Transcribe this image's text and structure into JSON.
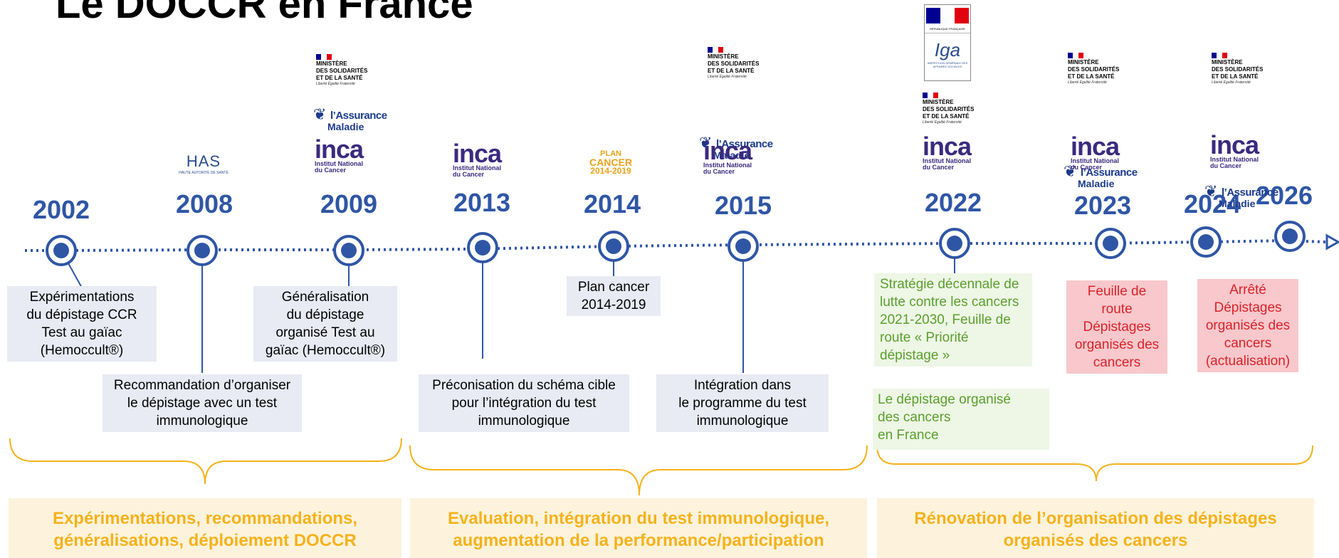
{
  "title": "Le DOCCR en France",
  "colors": {
    "timeline": "#2f56a5",
    "bracket": "#f5b21b",
    "phase_bg": "#fdf3dc",
    "blue_box": "#e8ebf3",
    "green_box": "#eef6e6",
    "red_box": "#f8c8cc"
  },
  "years": [
    "2002",
    "2008",
    "2009",
    "2013",
    "2014",
    "2015",
    "2022",
    "2023",
    "2024",
    "2026"
  ],
  "events": {
    "e2002": [
      "Expérimentations",
      "du dépistage CCR",
      "Test au gaïac",
      "(Hemoccult®)"
    ],
    "e2008": [
      "Recommandation d’organiser",
      "le dépistage avec un test",
      "immunologique"
    ],
    "e2009": [
      "Généralisation",
      "du dépistage",
      "organisé Test au",
      "gaïac (Hemoccult®)"
    ],
    "e2013": [
      "Préconisation du schéma cible",
      "pour l’intégration du test",
      "immunologique"
    ],
    "e2014": [
      "Plan cancer",
      "2014-2019"
    ],
    "e2015": [
      "Intégration dans",
      "le programme du test",
      "immunologique"
    ],
    "e2022a": [
      "Stratégie décennale de",
      "lutte contre les cancers",
      "2021-2030, Feuille de",
      "route « Priorité",
      "dépistage »"
    ],
    "e2022b": [
      "Le dépistage organisé",
      "des cancers",
      "en France"
    ],
    "e2023": [
      "Feuille de",
      "route",
      "Dépistages",
      "organisés des",
      "cancers"
    ],
    "e2024": [
      "Arrêté",
      "Dépistages",
      "organisés des",
      "cancers",
      "(actualisation)"
    ]
  },
  "phases": {
    "p1": [
      "Expérimentations, recommandations,",
      "généralisations, déploiement DOCCR"
    ],
    "p2": [
      "Evaluation, intégration du test immunologique,",
      "augmentation de la performance/participation"
    ],
    "p3": [
      "Rénovation de l’organisation des dépistages",
      "organisés des cancers"
    ]
  },
  "logos": {
    "ministere": [
      "MINISTÈRE",
      "DES SOLIDARITÉS",
      "ET DE LA SANTÉ"
    ],
    "ministere_motto": "Liberté Égalité Fraternité",
    "assurance": [
      "l’Assurance",
      "Maladie"
    ],
    "inca_word": "inca",
    "inca_sub": [
      "Institut National",
      "du Cancer"
    ],
    "has_word": "HAS",
    "has_sub": "HAUTE AUTORITÉ DE SANTÉ",
    "plan_cancer": [
      "PLAN",
      "CANCER",
      "2014-2019"
    ],
    "rf_caption": "RÉPUBLIQUE FRANÇAISE",
    "igas_word": "Iga",
    "igas_sub": "INSPECTION GÉNÉRALE DES AFFAIRES SOCIALES"
  }
}
